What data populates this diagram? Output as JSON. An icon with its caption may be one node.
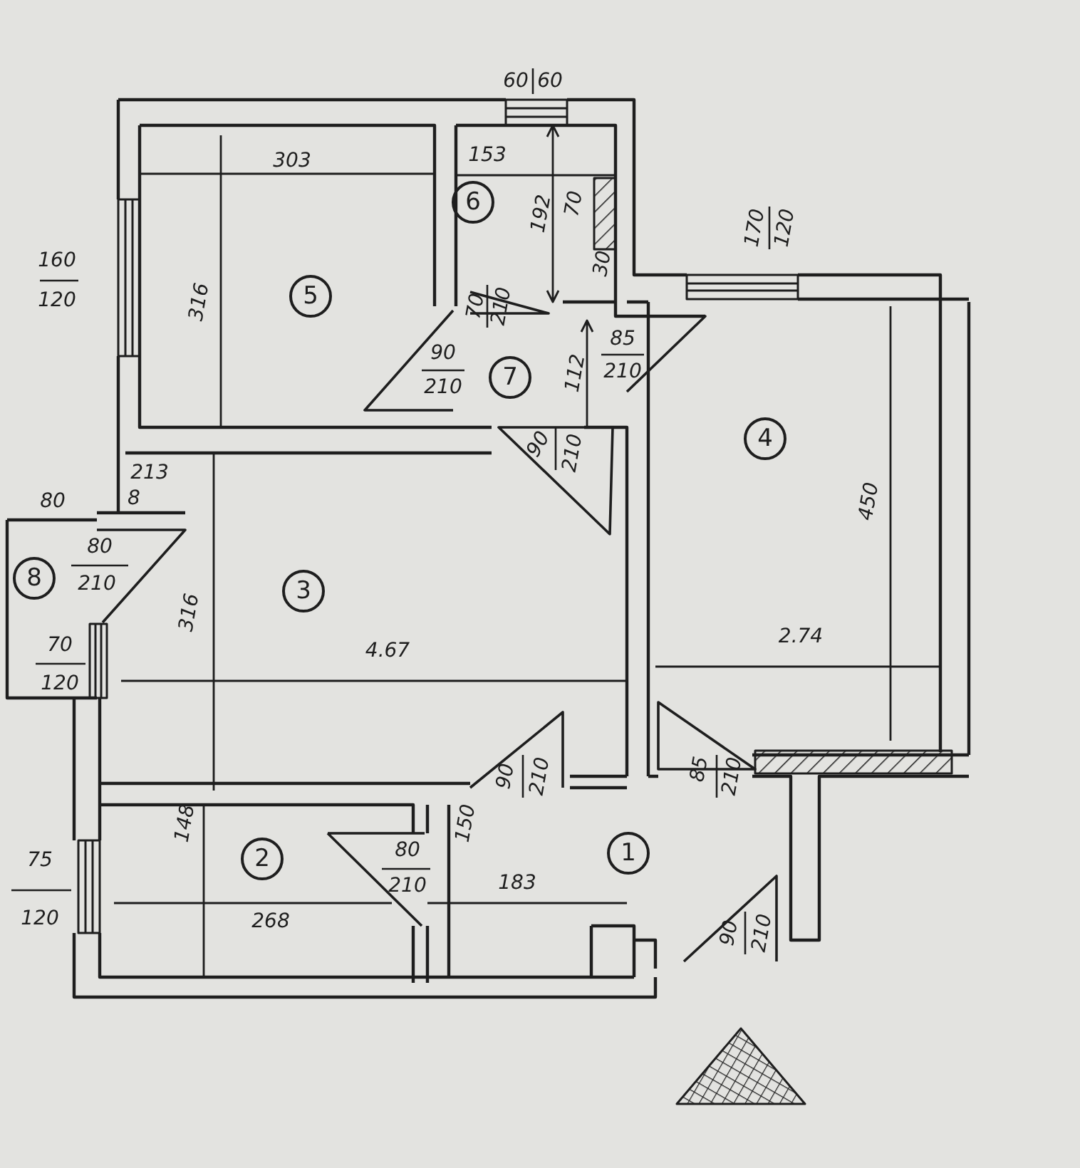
{
  "diagram": {
    "nodes": [
      {
        "text": [
          "5"
        ]
      },
      {
        "text": [
          "6"
        ]
      },
      {
        "text": [
          "7"
        ]
      },
      {
        "text": [
          "4"
        ]
      },
      {
        "text": [
          "8"
        ]
      },
      {
        "text": [
          "3"
        ]
      },
      {
        "text": [
          "2"
        ]
      },
      {
        "text": [
          "1"
        ]
      }
    ],
    "labels": [
      "60",
      "60",
      "303",
      "153",
      "192",
      "70",
      "30",
      "170",
      "120",
      "160",
      "120",
      "316",
      "70",
      "210",
      "90",
      "210",
      "112",
      "85",
      "210",
      "90",
      "210",
      "450",
      "213",
      "80",
      "8",
      "80",
      "210",
      "70",
      "120",
      "316",
      "4.67",
      "2.74",
      "90",
      "210",
      "85",
      "210",
      "148",
      "80",
      "210",
      "150",
      "183",
      "75",
      "120",
      "268",
      "90",
      "210"
    ]
  }
}
